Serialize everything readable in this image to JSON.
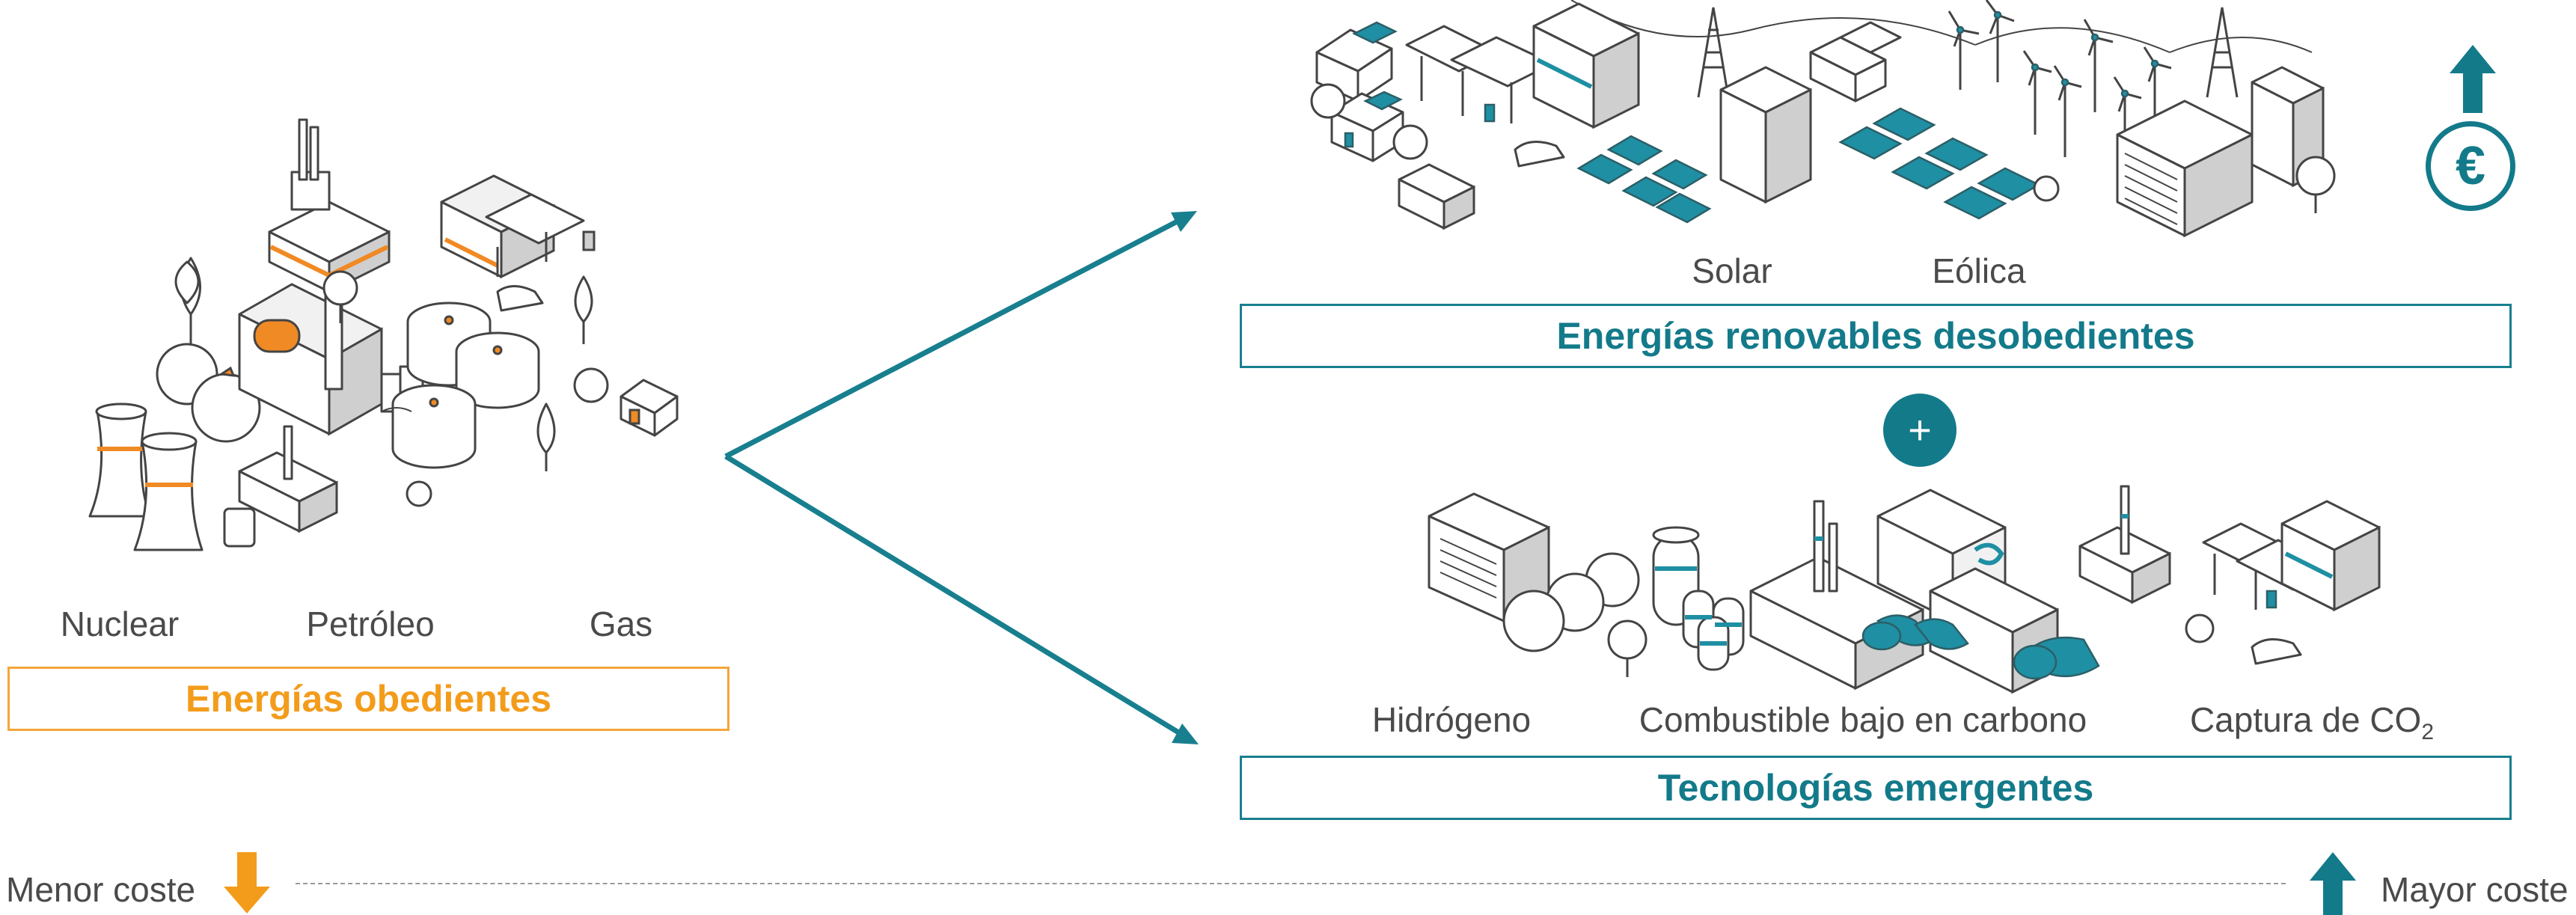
{
  "left": {
    "sources": [
      "Nuclear",
      "Petróleo",
      "Gas"
    ],
    "title": "Energías obedientes"
  },
  "renewables": {
    "sources": [
      "Solar",
      "Eólica"
    ],
    "title": "Energías renovables desobedientes"
  },
  "plus_symbol": "+",
  "emerging": {
    "sources": [
      "Hidrógeno",
      "Combustible bajo en carbono"
    ],
    "capture_prefix": "Captura de CO",
    "capture_subscript": "2",
    "title": "Tecnologías emergentes"
  },
  "cost_scale": {
    "low_label": "Menor coste",
    "high_label": "Mayor coste"
  },
  "currency_symbol": "€",
  "colors": {
    "orange": "#f39c1b",
    "teal": "#137a8a"
  }
}
